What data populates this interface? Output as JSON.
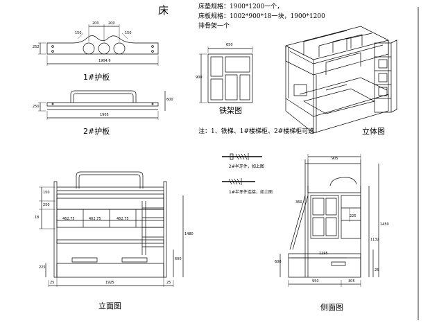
{
  "title": "床",
  "specs": [
    "床垫规格：1900*1200一个，",
    "床板规格：1002*900*18一块，1900*1200",
    "排骨架一个"
  ],
  "note": "注：1、铁梯、1#楼梯柜、2#楼梯柜可选",
  "views": {
    "guard1": "1#护板",
    "guard2": "2#护板",
    "iron_frame": "铁架图",
    "iso": "立体图",
    "front": "立面图",
    "side": "侧面图"
  },
  "hardware": {
    "part2": "2#半牙件，如上图",
    "part1": "1#半牙件连接，如上图"
  },
  "dims": {
    "g1_200a": "200",
    "g1_200b": "200",
    "g1_150": "150",
    "g1_150b": "150",
    "g1_h": "252",
    "g1_total": "1904.6",
    "g2_h": "250",
    "g2_total": "1905",
    "g2_right": "600",
    "frame_w": "650",
    "frame_h": "900",
    "f_150": "150",
    "f_250": "250",
    "f_18": "18",
    "f_4625a": "462.75",
    "f_4625b": "462.75",
    "f_4625c": "462.75",
    "f_total": "1925",
    "f_25a": "25",
    "f_25b": "25",
    "f_1480": "1480",
    "f_600": "600",
    "f_225": "225",
    "s_905": "905",
    "s_360": "360",
    "s_225": "225",
    "s_1295": "1295",
    "s_950": "950",
    "s_305": "305",
    "s_600": "600",
    "s_1450": "1450",
    "s_1132": "1132",
    "s_25": "25"
  }
}
